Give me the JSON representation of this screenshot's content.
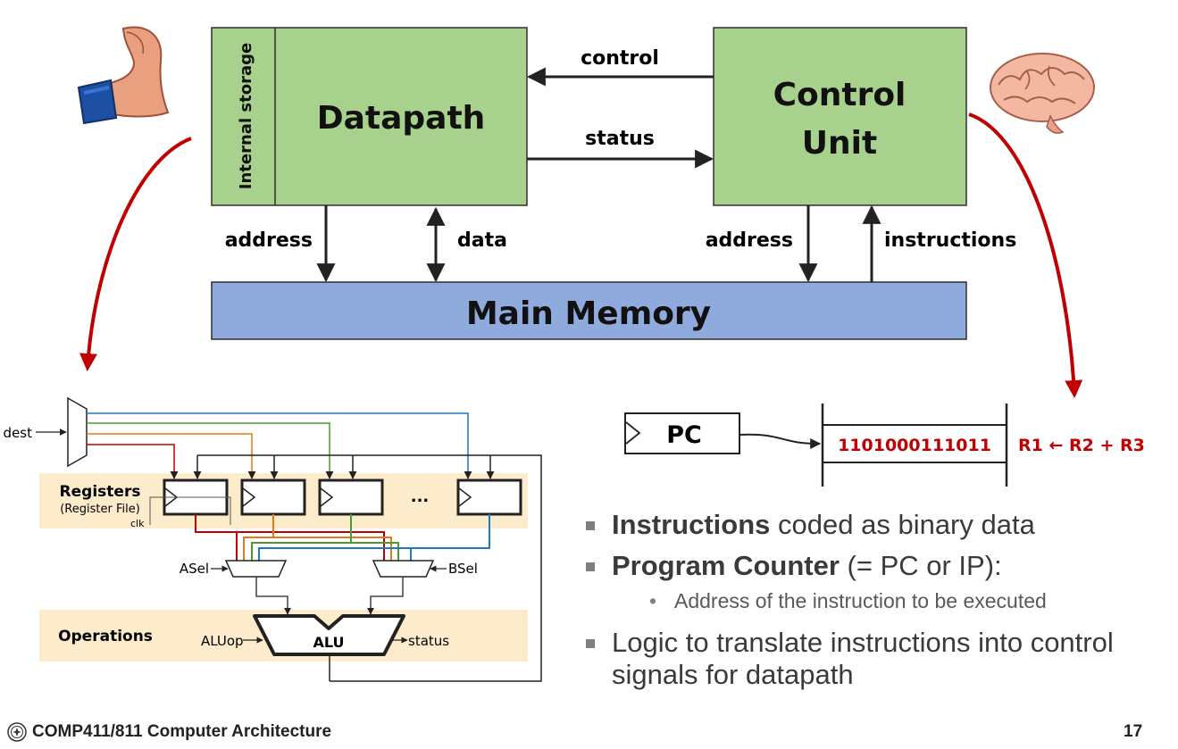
{
  "diagram": {
    "datapath": {
      "title": "Datapath",
      "storage": "Internal storage"
    },
    "control_unit": {
      "line1": "Control",
      "line2": "Unit"
    },
    "memory": "Main Memory",
    "signals": {
      "control": "control",
      "status": "status"
    },
    "edges": {
      "dp_address": "address",
      "dp_data": "data",
      "cu_address": "address",
      "cu_instructions": "instructions"
    }
  },
  "circuit": {
    "dest": "dest",
    "registers_title": "Registers",
    "register_file": "(Register File)",
    "clk": "clk",
    "ellipsis": "...",
    "asel": "ASel",
    "bsel": "BSel",
    "operations": "Operations",
    "aluop": "ALUop",
    "alu": "ALU",
    "status": "status"
  },
  "pc": {
    "label": "PC",
    "instruction_bits": "1101000111011",
    "instruction_text": "R1 ← R2 + R3"
  },
  "bullets": {
    "b1_strong": "Instructions",
    "b1_rest": " coded as binary data",
    "b2_strong": "Program Counter",
    "b2_rest": " (= PC or IP):",
    "b2_sub": "Address of the instruction to be executed",
    "b3": "Logic to translate instructions into control signals for datapath"
  },
  "footer": {
    "title": "COMP411/811 Computer Architecture",
    "page": "17"
  },
  "colors": {
    "green_box": "#a9d18e",
    "memory_box": "#8faadc",
    "band": "#fdeccc",
    "red_accent": "#c00000",
    "wire_red": "#c00000",
    "wire_orange": "#e07b1a",
    "wire_green": "#4f9a2f",
    "wire_blue": "#1f77c9"
  },
  "icons": {
    "muscle": "flexed-arm-icon",
    "brain": "brain-icon",
    "seal": "university-seal-icon"
  }
}
